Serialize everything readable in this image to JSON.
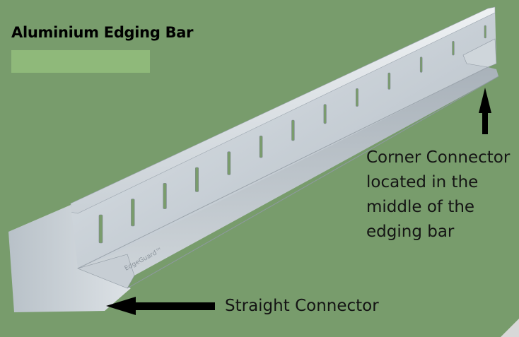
{
  "title": "Aluminium Edging Bar",
  "colors": {
    "background": "#789c6c",
    "title_swatch": "#8fb97a",
    "metal_light": "#dbe1e5",
    "metal_mid": "#b9c2c9",
    "metal_dark": "#8f99a2",
    "arrow": "#000000"
  },
  "product_mark": "EdgeGuard™",
  "labels": {
    "corner_connector": [
      "Corner Connector",
      "located in the",
      "middle of the",
      "edging bar"
    ],
    "straight_connector": "Straight Connector"
  },
  "icons": {
    "corner_arrow": "arrow-up-icon",
    "straight_arrow": "arrow-left-icon"
  }
}
